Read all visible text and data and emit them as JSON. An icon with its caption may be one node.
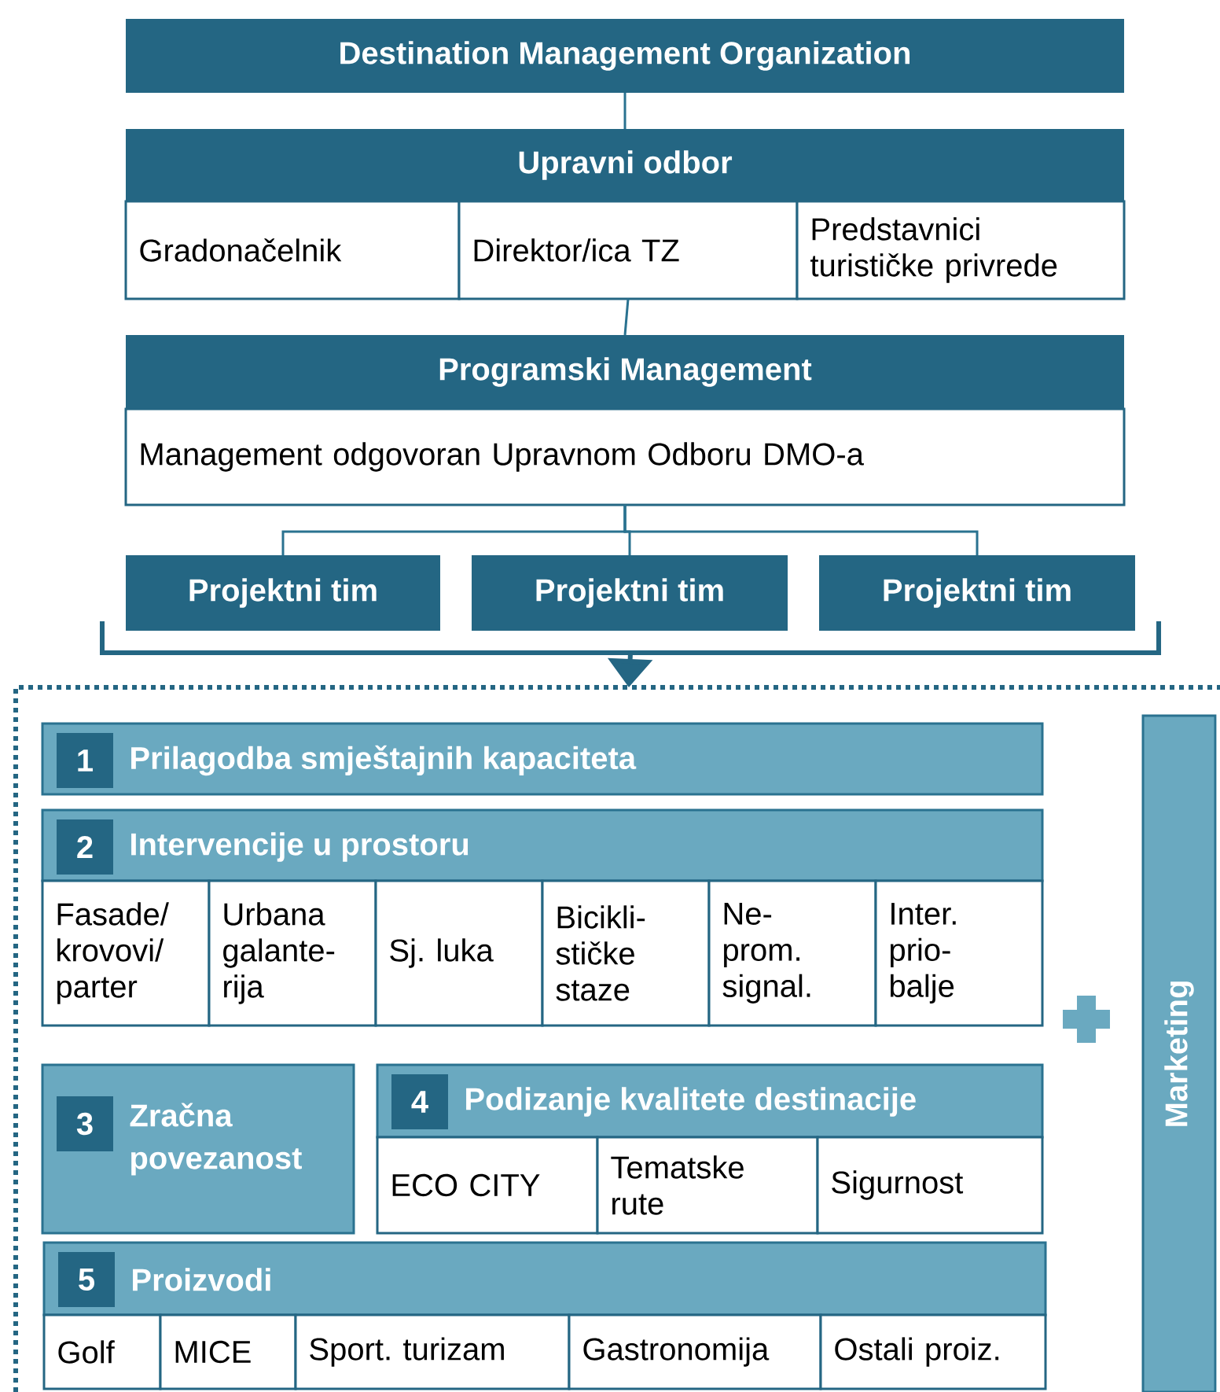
{
  "diagram": {
    "nodes": [
      {
        "text": [
          "Destination Management Organization"
        ]
      },
      {
        "text": [
          "Upravni odbor"
        ]
      },
      {
        "text": [
          "Gradonačelnik"
        ]
      },
      {
        "text": [
          "Direktor/ica TZ"
        ]
      },
      {
        "text": [
          "Predstavnici turističke privrede"
        ]
      },
      {
        "text": [
          "Programski Management"
        ]
      },
      {
        "text": [
          "Management odgovoran Upravnom Odboru DMO-a"
        ]
      },
      {
        "text": [
          "Projektni tim"
        ]
      },
      {
        "text": [
          "Projektni tim"
        ]
      },
      {
        "text": [
          "Projektni tim"
        ]
      },
      {
        "text": [],
        "shape": "box"
      },
      {
        "text": [
          "1",
          "Prilagodba smještajnih kapaciteta"
        ],
        "in": 10
      },
      {
        "text": [
          "2",
          "Intervencije u prostoru"
        ],
        "in": 10
      },
      {
        "text": [
          "Fasade/ krovovi/ parter"
        ],
        "in": 10
      },
      {
        "text": [
          "Urbana galante- rija"
        ],
        "in": 10
      },
      {
        "text": [
          "Sj. luka"
        ],
        "in": 10
      },
      {
        "text": [
          "Bicikli- stičke staze"
        ],
        "in": 10
      },
      {
        "text": [
          "Ne- prom. signal."
        ],
        "in": 10
      },
      {
        "text": [
          "Inter. prio- balje"
        ],
        "in": 10
      },
      {
        "text": [
          "3",
          "Zračna povezanost"
        ],
        "in": 10
      },
      {
        "text": [
          "4",
          "Podizanje kvalitete destinacije"
        ],
        "in": 10
      },
      {
        "text": [
          "ECO CITY"
        ],
        "in": 10
      },
      {
        "text": [
          "Tematske rute"
        ],
        "in": 10
      },
      {
        "text": [
          "Sigurnost"
        ],
        "in": 10
      },
      {
        "text": [
          "5",
          "Proizvodi"
        ],
        "in": 10
      },
      {
        "text": [
          "Golf"
        ],
        "in": 10
      },
      {
        "text": [
          "MICE"
        ],
        "in": 10
      },
      {
        "text": [
          "Sport. turizam"
        ],
        "in": 10
      },
      {
        "text": [
          "Gastronomija"
        ],
        "in": 10
      },
      {
        "text": [
          "Ostali proiz."
        ],
        "in": 10
      },
      {
        "text": [
          "Marketing"
        ],
        "in": 10
      },
      {
        "text": [],
        "shape": "bracket"
      }
    ],
    "edges": [
      {
        "from": 0,
        "to": 1,
        "arrow": "none"
      },
      {
        "from": 3,
        "to": 5,
        "arrow": "none"
      },
      {
        "from": 6,
        "to": 7,
        "arrow": "none"
      },
      {
        "from": 6,
        "to": 8,
        "arrow": "none"
      },
      {
        "from": 6,
        "to": 9,
        "arrow": "none"
      },
      {
        "from": 31,
        "to": 10,
        "arrow": "to",
        "style": "thick"
      }
    ]
  }
}
